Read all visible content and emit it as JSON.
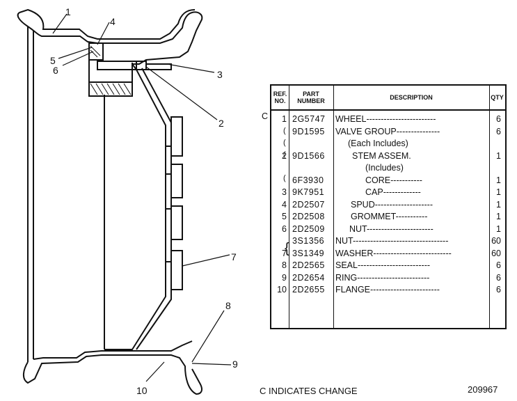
{
  "callouts": [
    "1",
    "2",
    "3",
    "4",
    "5",
    "6",
    "7",
    "8",
    "9",
    "10"
  ],
  "table": {
    "headers": {
      "ref": "REF. NO.",
      "part": "PART NUMBER",
      "desc": "DESCRIPTION",
      "qty": "QTY"
    },
    "rows": [
      {
        "chg": "C",
        "ref": "1",
        "part": "2G5747",
        "desc": "WHEEL------------------------",
        "qty": "6"
      },
      {
        "chg": "",
        "ref": "",
        "part": "9D1595",
        "desc": "VALVE GROUP---------------",
        "qty": "6"
      },
      {
        "chg": "",
        "ref": "",
        "part": "",
        "desc": "(Each Includes)",
        "qty": ""
      },
      {
        "chg": "",
        "ref": "2",
        "part": "9D1566",
        "desc": "STEM ASSEM.",
        "qty": "1"
      },
      {
        "chg": "",
        "ref": "",
        "part": "",
        "desc": "(Includes)",
        "qty": ""
      },
      {
        "chg": "",
        "ref": "",
        "part": "6F3930",
        "desc": "CORE-----------",
        "qty": "1"
      },
      {
        "chg": "",
        "ref": "3",
        "part": "9K7951",
        "desc": "CAP-------------",
        "qty": "1"
      },
      {
        "chg": "",
        "ref": "4",
        "part": "2D2507",
        "desc": "SPUD--------------------",
        "qty": "1"
      },
      {
        "chg": "",
        "ref": "5",
        "part": "2D2508",
        "desc": "GROMMET-----------",
        "qty": "1"
      },
      {
        "chg": "",
        "ref": "6",
        "part": "2D2509",
        "desc": "NUT-----------------------",
        "qty": "1"
      },
      {
        "chg": "",
        "ref": "",
        "part": "3S1356",
        "desc": "NUT---------------------------------",
        "qty": "60"
      },
      {
        "chg": "",
        "ref": "7",
        "part": "3S1349",
        "desc": "WASHER---------------------------",
        "qty": "60"
      },
      {
        "chg": "",
        "ref": "8",
        "part": "2D2565",
        "desc": "SEAL-------------------------",
        "qty": "6"
      },
      {
        "chg": "",
        "ref": "9",
        "part": "2D2654",
        "desc": "RING-------------------------",
        "qty": "6"
      },
      {
        "chg": "",
        "ref": "10",
        "part": "2D2655",
        "desc": "FLANGE------------------------",
        "qty": "6"
      }
    ]
  },
  "footer_note": "C INDICATES CHANGE",
  "figure_number": "209967"
}
